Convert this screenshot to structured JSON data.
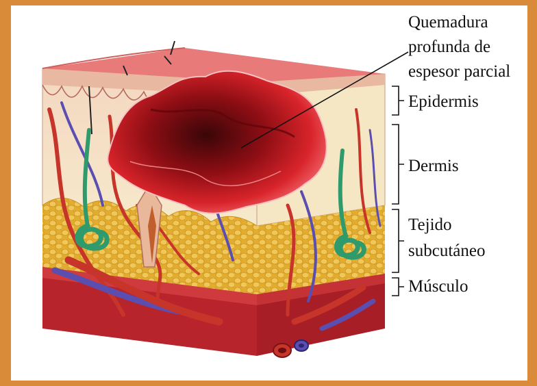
{
  "labels": {
    "burn_line1": "Quemadura",
    "burn_line2": "profunda de",
    "burn_line3": "espesor parcial",
    "epidermis": "Epidermis",
    "dermis": "Dermis",
    "subcutaneous_line1": "Tejido",
    "subcutaneous_line2": "subcutáneo",
    "muscle": "Músculo"
  },
  "colors": {
    "frame": "#d98b3a",
    "dermis": "#f6e7c4",
    "burn": "#c8141c",
    "fat": "#e7b93a",
    "muscle": "#b8242c",
    "artery": "#c6342a",
    "vein": "#5a4fb0",
    "gland": "#2f9a6c"
  }
}
